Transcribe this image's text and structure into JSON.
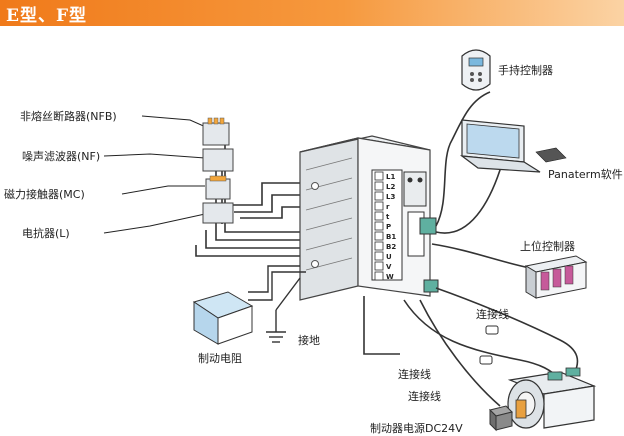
{
  "banner": {
    "title": "E型、F型",
    "color": "#f07a1a"
  },
  "labels": {
    "nfb": "非熔丝断路器(NFB)",
    "nf": "噪声滤波器(NF)",
    "mc": "磁力接触器(MC)",
    "reactor": "电抗器(L)",
    "handheld": "手持控制器",
    "software": "Panaterm软件",
    "host": "上位控制器",
    "brake_resistor": "制动电阻",
    "ground": "接地",
    "cable1": "连接线",
    "cable2": "连接线",
    "cable3": "连接线",
    "brake_power": "制动器电源DC24V"
  },
  "terminals": [
    "L1",
    "L2",
    "L3",
    "r",
    "t",
    "P",
    "B1",
    "B2",
    "U",
    "V",
    "W"
  ],
  "colors": {
    "wire": "#333333",
    "device": "#e8ecef",
    "accent": "#2a7fd4",
    "connector": "#5fb0a0"
  }
}
